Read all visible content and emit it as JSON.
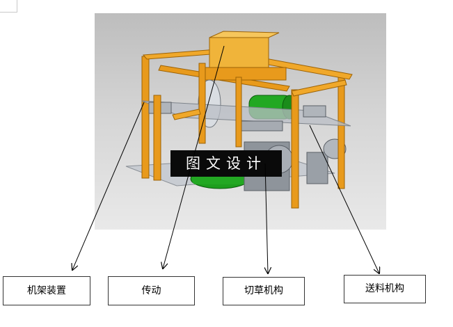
{
  "watermark": "图文设计",
  "labels": {
    "frame": "机架装置",
    "transmission": "传动",
    "cutter": "切草机构",
    "feeder": "送料机构"
  },
  "colors": {
    "frame_orange": "#e89a1c",
    "motor_green": "#1e9e1e",
    "plate_gray": "#b9bec6",
    "gearbox_yellow": "#f0b43a"
  }
}
